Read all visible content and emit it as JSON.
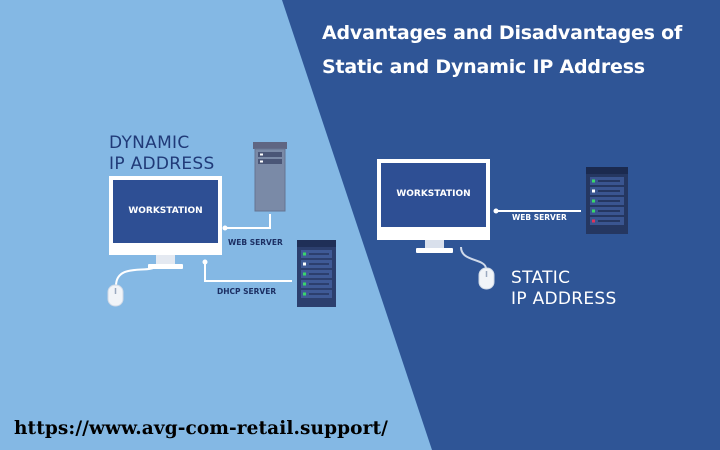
{
  "title": {
    "line1": "Advantages and Disadvantages of",
    "line2": "Static and Dynamic IP Address"
  },
  "dynamic": {
    "label_line1": "DYNAMIC",
    "label_line2": "IP ADDRESS",
    "screen_text": "WORKSTATION",
    "web_server_label": "WEB SERVER",
    "dhcp_server_label": "DHCP SERVER"
  },
  "static": {
    "label_line1": "STATIC",
    "label_line2": "IP ADDRESS",
    "screen_text": "WORKSTATION",
    "web_server_label": "WEB SERVER"
  },
  "footer": {
    "url": "https://www.avg-com-retail.support/"
  },
  "colors": {
    "left_bg": "#84b8e4",
    "right_bg": "#2f5596",
    "monitor_screen": "#2e4f94",
    "server_dark": "#2c3f6e"
  }
}
